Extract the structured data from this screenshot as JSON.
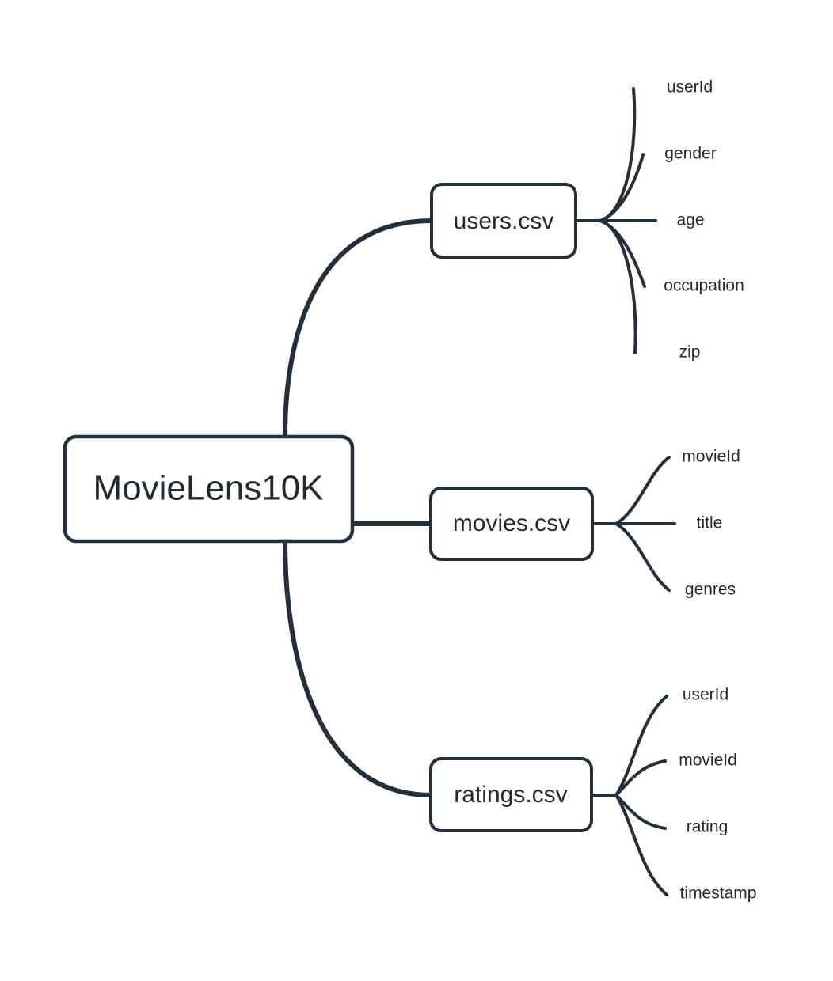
{
  "diagram": {
    "type": "mindmap",
    "title": "MovieLens10K dataset schema mind map",
    "background_color": "#ffffff",
    "stroke_color": "#232f3a",
    "text_color": "#1f2a32"
  },
  "root": {
    "label": "MovieLens10K"
  },
  "branches": [
    {
      "label": "users.csv",
      "leaves": [
        {
          "label": "userId"
        },
        {
          "label": "gender"
        },
        {
          "label": "age"
        },
        {
          "label": "occupation"
        },
        {
          "label": "zip"
        }
      ]
    },
    {
      "label": "movies.csv",
      "leaves": [
        {
          "label": "movieId"
        },
        {
          "label": "title"
        },
        {
          "label": "genres"
        }
      ]
    },
    {
      "label": "ratings.csv",
      "leaves": [
        {
          "label": "userId"
        },
        {
          "label": "movieId"
        },
        {
          "label": "rating"
        },
        {
          "label": "timestamp"
        }
      ]
    }
  ]
}
